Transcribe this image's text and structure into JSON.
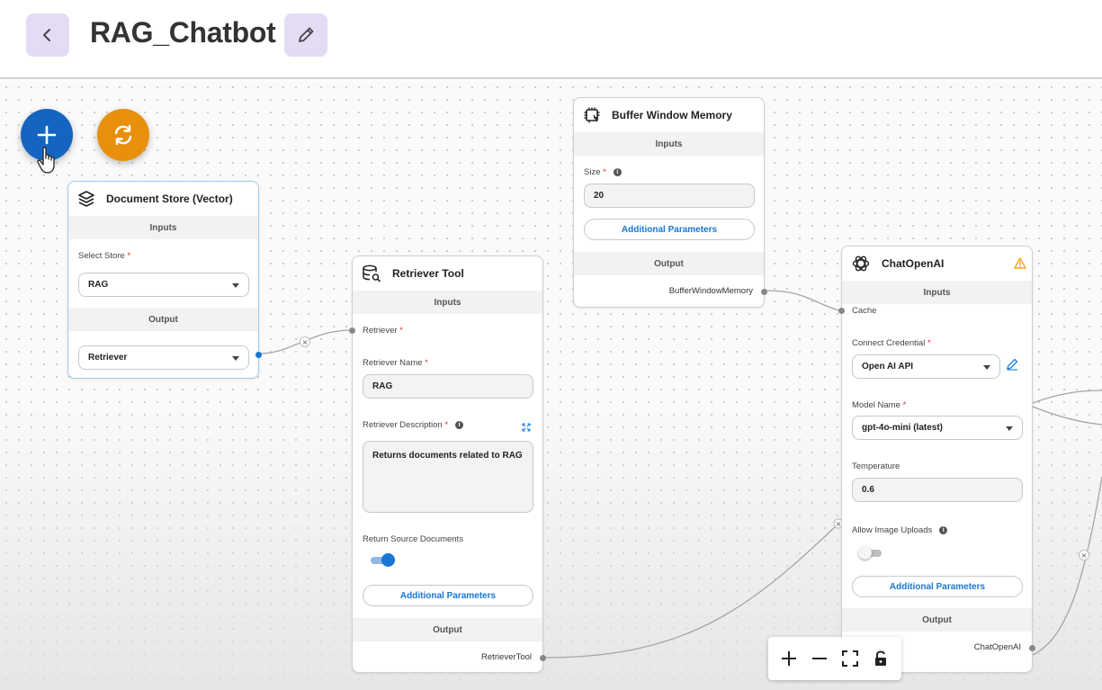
{
  "header": {
    "title": "RAG_Chatbot",
    "back_icon": "chevron-left-icon",
    "edit_icon": "pencil-icon"
  },
  "colors": {
    "accent": "#1565c0",
    "fab_add": "#1565c0",
    "fab_sync": "#e8900c",
    "button_bg": "#e4dcf5",
    "link": "#1976d2",
    "warning": "#f5a623"
  },
  "fabs": {
    "add_icon": "plus-icon",
    "sync_icon": "sync-icon"
  },
  "nodes": {
    "document_store": {
      "title": "Document Store (Vector)",
      "inputs_label": "Inputs",
      "select_store_label": "Select Store",
      "select_store_value": "RAG",
      "output_label": "Output",
      "output_value": "Retriever"
    },
    "retriever_tool": {
      "title": "Retriever Tool",
      "inputs_label": "Inputs",
      "retriever_label": "Retriever",
      "retriever_name_label": "Retriever Name",
      "retriever_name_value": "RAG",
      "retriever_desc_label": "Retriever Description",
      "retriever_desc_value": "Returns documents related to RAG",
      "return_source_label": "Return Source Documents",
      "return_source_on": true,
      "additional_params": "Additional Parameters",
      "output_label": "Output",
      "output_value": "RetrieverTool"
    },
    "buffer_memory": {
      "title": "Buffer Window Memory",
      "inputs_label": "Inputs",
      "size_label": "Size",
      "size_value": "20",
      "additional_params": "Additional Parameters",
      "output_label": "Output",
      "output_value": "BufferWindowMemory"
    },
    "chat_openai": {
      "title": "ChatOpenAI",
      "inputs_label": "Inputs",
      "cache_label": "Cache",
      "credential_label": "Connect Credential",
      "credential_value": "Open AI API",
      "model_label": "Model Name",
      "model_value": "gpt-4o-mini (latest)",
      "temperature_label": "Temperature",
      "temperature_value": "0.6",
      "image_uploads_label": "Allow Image Uploads",
      "image_uploads_on": false,
      "additional_params": "Additional Parameters",
      "output_label": "Output",
      "output_value": "ChatOpenAI"
    }
  },
  "required_mark": "*",
  "toolbar": {
    "zoom_in_icon": "plus-icon",
    "zoom_out_icon": "minus-icon",
    "fit_icon": "fit-view-icon",
    "lock_icon": "lock-icon"
  }
}
